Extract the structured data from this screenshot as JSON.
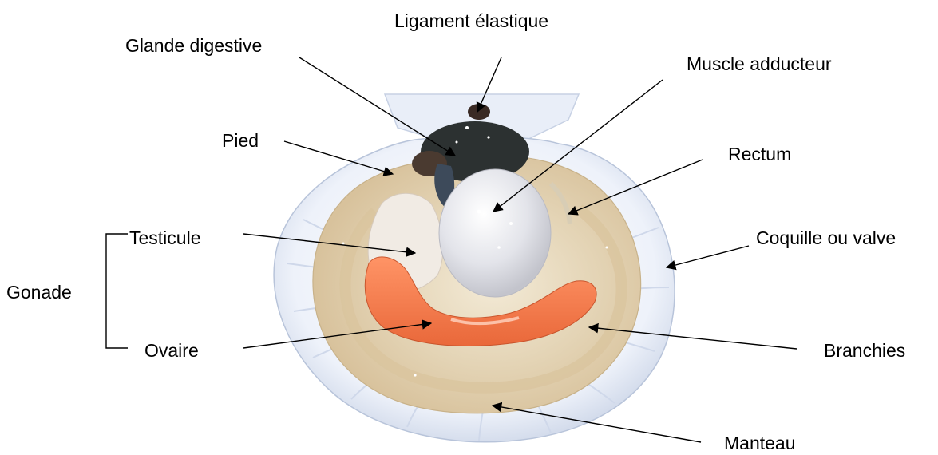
{
  "labels": {
    "ligament": "Ligament élastique",
    "glande": "Glande digestive",
    "muscle": "Muscle adducteur",
    "pied": "Pied",
    "rectum": "Rectum",
    "testicule": "Testicule",
    "coquille": "Coquille ou valve",
    "gonade": "Gonade",
    "ovaire": "Ovaire",
    "branchies": "Branchies",
    "manteau": "Manteau"
  },
  "colors": {
    "shell": "#eef2fa",
    "mantle": "#e3d3b4",
    "adductor": "#e7e8ee",
    "gonad_male": "#efe6de",
    "gonad_female": "#f47a4b",
    "digestive_gland": "#2c3131",
    "label_text": "#000000"
  }
}
